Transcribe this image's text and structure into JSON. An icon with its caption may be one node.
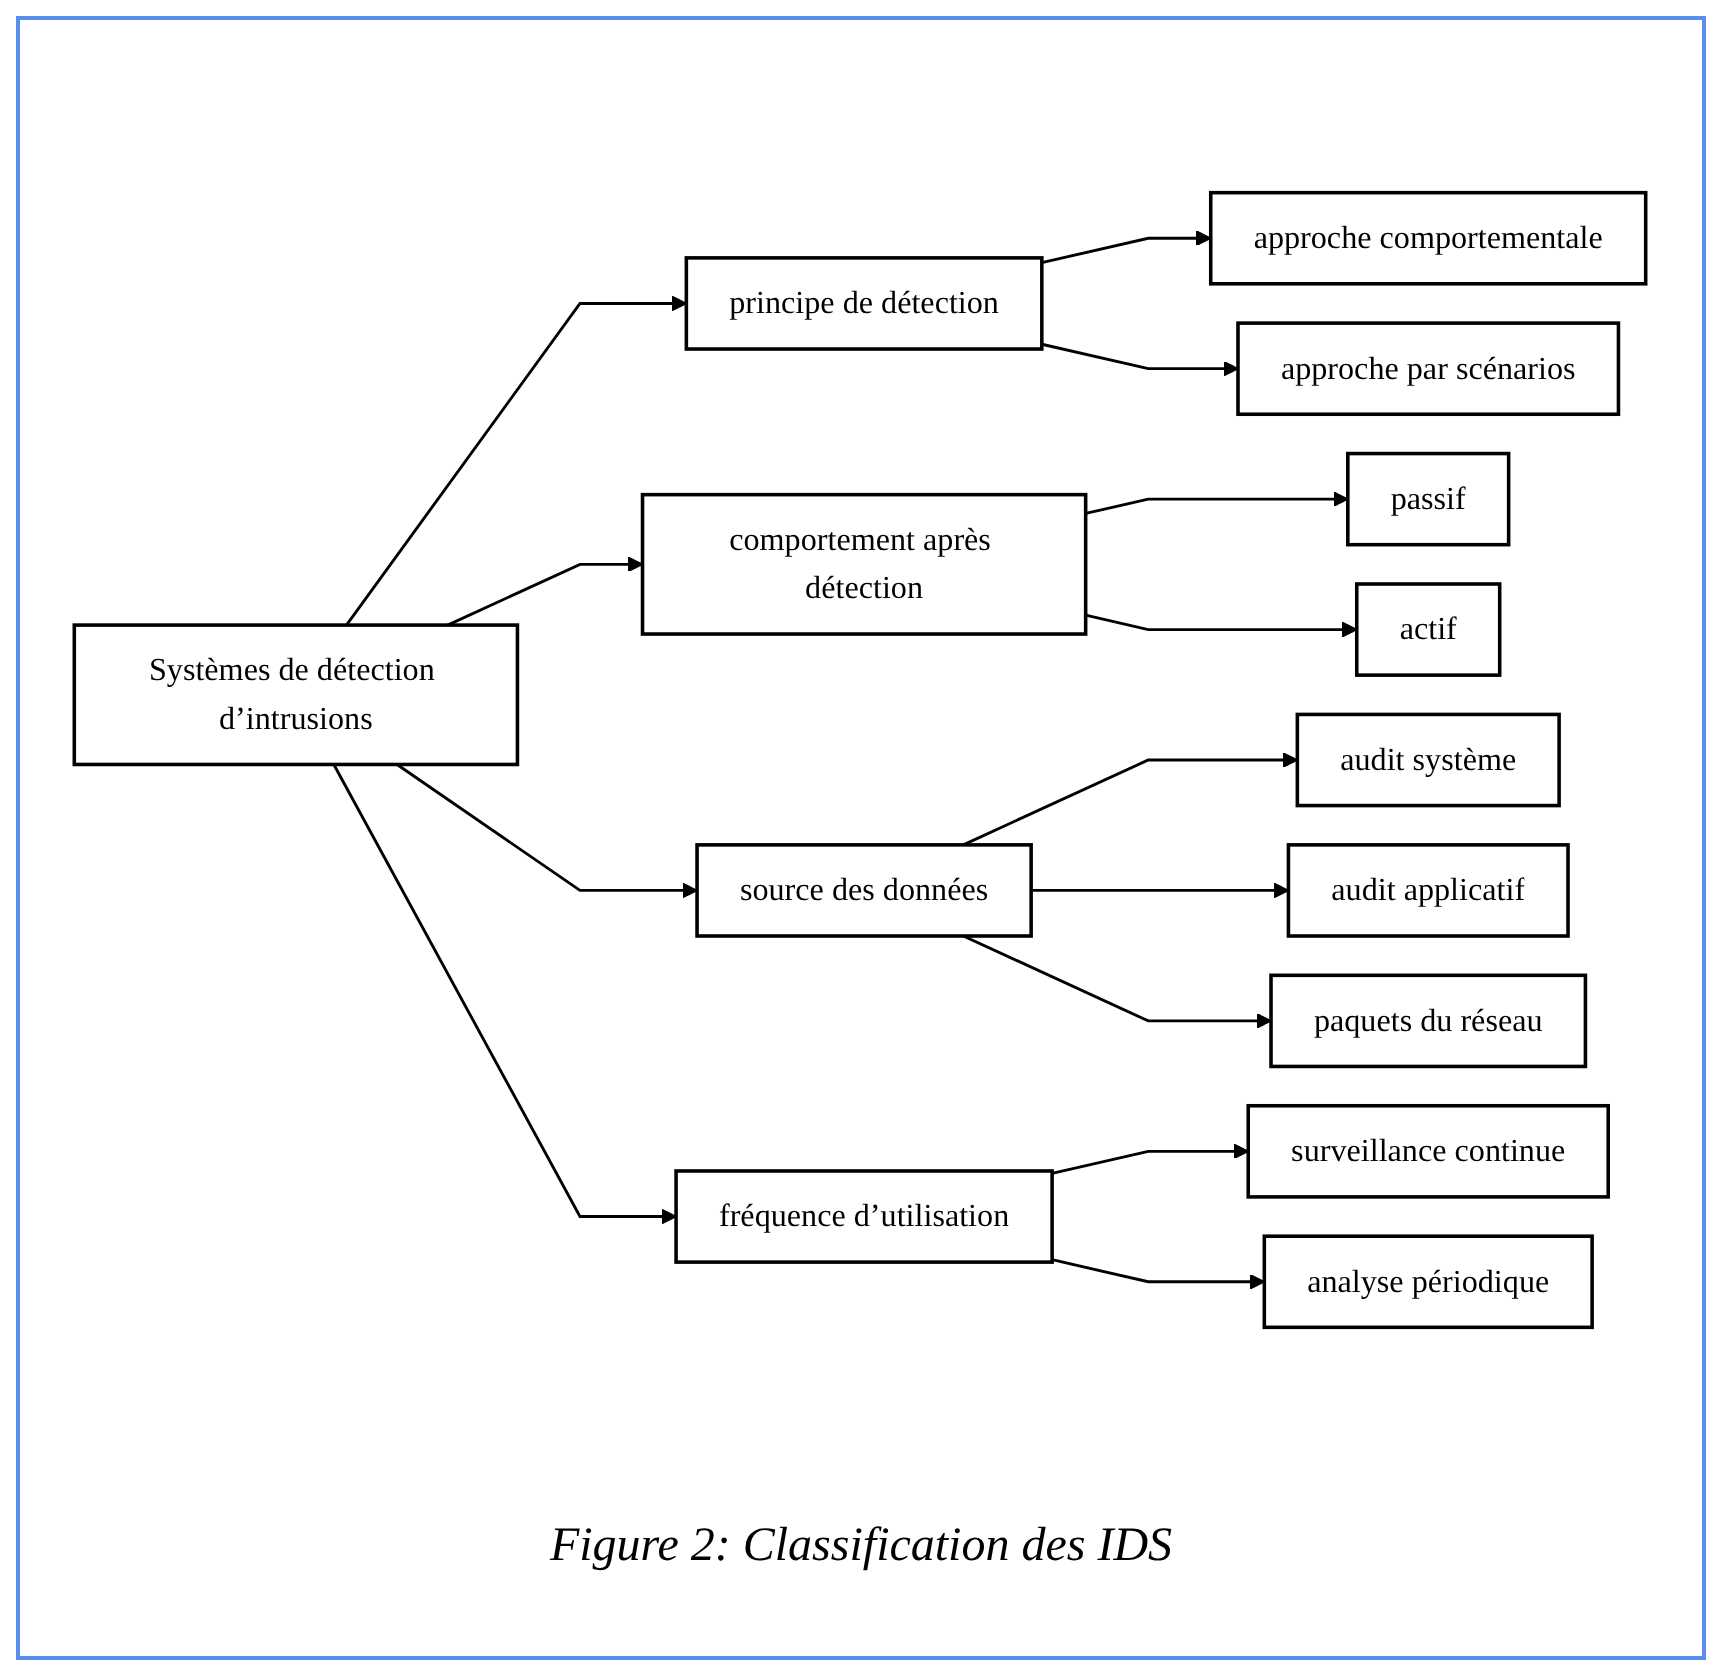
{
  "diagram": {
    "caption": "Figure 2: Classification des IDS",
    "nodes": [
      {
        "text": [
          "Systèmes de détection d’intrusions"
        ]
      },
      {
        "text": [
          "principe de détection"
        ]
      },
      {
        "text": [
          "approche comportementale"
        ]
      },
      {
        "text": [
          "approche par scénarios"
        ]
      },
      {
        "text": [
          "comportement après détection"
        ]
      },
      {
        "text": [
          "passif"
        ]
      },
      {
        "text": [
          "actif"
        ]
      },
      {
        "text": [
          "source des données"
        ]
      },
      {
        "text": [
          "audit système"
        ]
      },
      {
        "text": [
          "audit applicatif"
        ]
      },
      {
        "text": [
          "paquets du réseau"
        ]
      },
      {
        "text": [
          "fréquence d’utilisation"
        ]
      },
      {
        "text": [
          "surveillance continue"
        ]
      },
      {
        "text": [
          "analyse périodique"
        ]
      }
    ],
    "edges": [
      {
        "from": 0,
        "to": 1,
        "arrow": "to"
      },
      {
        "from": 0,
        "to": 4,
        "arrow": "to"
      },
      {
        "from": 0,
        "to": 7,
        "arrow": "to"
      },
      {
        "from": 0,
        "to": 11,
        "arrow": "to"
      },
      {
        "from": 1,
        "to": 2,
        "arrow": "to"
      },
      {
        "from": 1,
        "to": 3,
        "arrow": "to"
      },
      {
        "from": 4,
        "to": 5,
        "arrow": "to"
      },
      {
        "from": 4,
        "to": 6,
        "arrow": "to"
      },
      {
        "from": 7,
        "to": 8,
        "arrow": "to"
      },
      {
        "from": 7,
        "to": 9,
        "arrow": "to"
      },
      {
        "from": 7,
        "to": 10,
        "arrow": "to"
      },
      {
        "from": 11,
        "to": 12,
        "arrow": "to"
      },
      {
        "from": 11,
        "to": 13,
        "arrow": "to"
      }
    ]
  }
}
